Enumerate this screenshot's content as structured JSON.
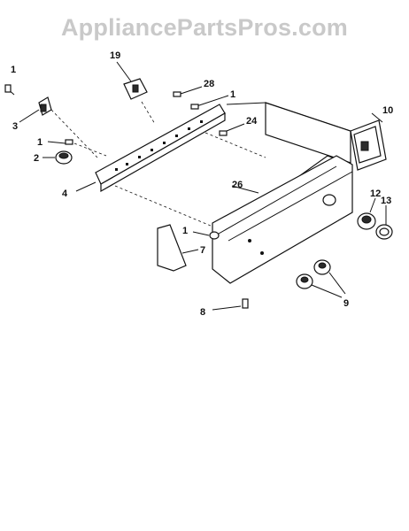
{
  "watermark": "AppliancePartsPros.com",
  "callouts": {
    "c1a": "1",
    "c19": "19",
    "c28": "28",
    "c1b": "1",
    "c3": "3",
    "c10": "10",
    "c24": "24",
    "c1c": "1",
    "c2": "2",
    "c26": "26",
    "c4": "4",
    "c12": "12",
    "c13": "13",
    "c1d": "1",
    "c7": "7",
    "c9": "9",
    "c8": "8"
  },
  "colors": {
    "ink": "#111111",
    "watermark": "#c9c9c9",
    "background": "#ffffff"
  }
}
